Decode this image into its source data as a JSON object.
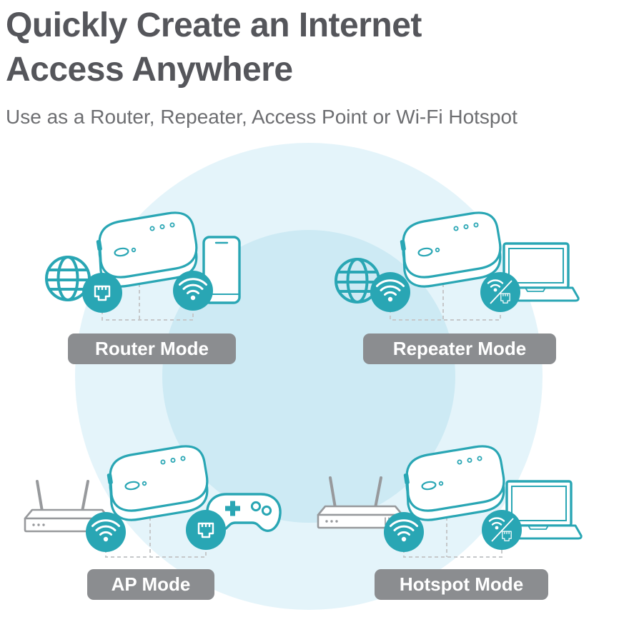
{
  "page": {
    "title_line1": "Quickly Create an Internet",
    "title_line2": "Access Anywhere",
    "subtitle": "Use as a Router, Repeater, Access Point or Wi-Fi Hotspot"
  },
  "modes": [
    {
      "id": "router",
      "label": "Router Mode",
      "icons": [
        "globe-icon",
        "ethernet-badge-icon",
        "travel-router-device-icon",
        "wifi-badge-icon",
        "smartphone-icon"
      ]
    },
    {
      "id": "repeater",
      "label": "Repeater Mode",
      "icons": [
        "globe-icon",
        "wifi-badge-icon",
        "travel-router-device-icon",
        "wifi-ethernet-badge-icon",
        "laptop-icon"
      ]
    },
    {
      "id": "ap",
      "label": "AP Mode",
      "icons": [
        "wired-router-icon",
        "wifi-badge-icon",
        "travel-router-device-icon",
        "ethernet-badge-icon",
        "game-controller-icon"
      ]
    },
    {
      "id": "hotspot",
      "label": "Hotspot Mode",
      "icons": [
        "wired-router-icon",
        "wifi-badge-icon",
        "travel-router-device-icon",
        "wifi-ethernet-badge-icon",
        "laptop-icon"
      ]
    }
  ],
  "colors": {
    "teal_accent": "#29a6b4",
    "label_background": "#8b8d90",
    "title_text": "#55565b",
    "subtitle_text": "#6d6e71",
    "background_circle_outer": "#e4f4fa",
    "background_circle_inner": "#cdeaf4",
    "dashed_line": "#c6c8ca",
    "gray_device_outline": "#97999c"
  }
}
